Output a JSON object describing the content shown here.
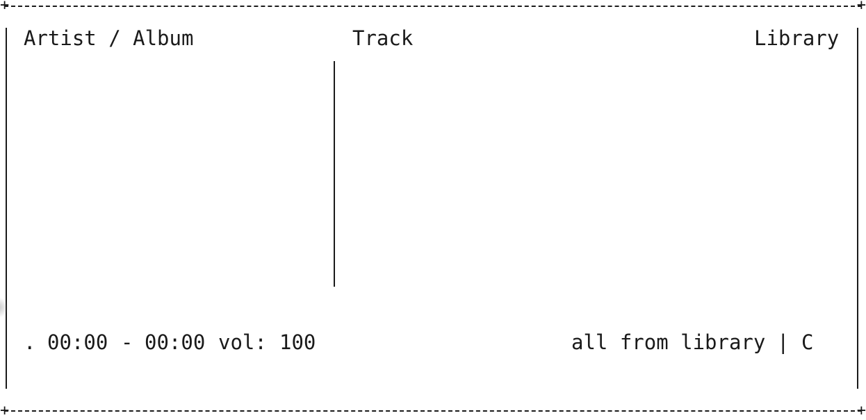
{
  "header": {
    "artist_album_label": "Artist / Album",
    "track_label": "Track",
    "library_label": "Library"
  },
  "status": {
    "indicator": ".",
    "position": "00:00",
    "separator": "-",
    "duration": "00:00",
    "volume_label": "vol:",
    "volume_value": "100",
    "playback_source": "all from library",
    "divider": "|",
    "mode_flag": "C"
  }
}
